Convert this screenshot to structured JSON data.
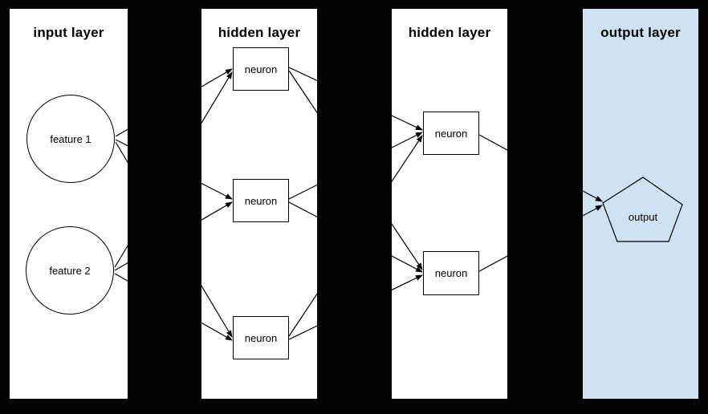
{
  "diagram": {
    "type": "neural-network-diagram",
    "colors": {
      "background": "#000000",
      "panel_fill": "#ffffff",
      "output_panel_fill": "#cfe2f3",
      "line": "#000000",
      "text": "#000000"
    },
    "layers": [
      {
        "title": "input layer"
      },
      {
        "title": "hidden layer"
      },
      {
        "title": "hidden layer"
      },
      {
        "title": "output layer"
      }
    ],
    "nodes": [
      {
        "id": "feature-1",
        "shape": "circle",
        "layer": "input layer",
        "label": "feature 1"
      },
      {
        "id": "feature-2",
        "shape": "circle",
        "layer": "input layer",
        "label": "feature 2"
      },
      {
        "id": "hidden1-neuron-1",
        "shape": "rect",
        "layer": "hidden layer 1",
        "label": "neuron"
      },
      {
        "id": "hidden1-neuron-2",
        "shape": "rect",
        "layer": "hidden layer 1",
        "label": "neuron"
      },
      {
        "id": "hidden1-neuron-3",
        "shape": "rect",
        "layer": "hidden layer 1",
        "label": "neuron"
      },
      {
        "id": "hidden2-neuron-1",
        "shape": "rect",
        "layer": "hidden layer 2",
        "label": "neuron"
      },
      {
        "id": "hidden2-neuron-2",
        "shape": "rect",
        "layer": "hidden layer 2",
        "label": "neuron"
      },
      {
        "id": "output",
        "shape": "pentagon",
        "layer": "output layer",
        "label": "output"
      }
    ],
    "connections": [
      {
        "from": "feature-1",
        "to": "hidden1-neuron-1"
      },
      {
        "from": "feature-1",
        "to": "hidden1-neuron-2"
      },
      {
        "from": "feature-1",
        "to": "hidden1-neuron-3"
      },
      {
        "from": "feature-2",
        "to": "hidden1-neuron-1"
      },
      {
        "from": "feature-2",
        "to": "hidden1-neuron-2"
      },
      {
        "from": "feature-2",
        "to": "hidden1-neuron-3"
      },
      {
        "from": "hidden1-neuron-1",
        "to": "hidden2-neuron-1"
      },
      {
        "from": "hidden1-neuron-1",
        "to": "hidden2-neuron-2"
      },
      {
        "from": "hidden1-neuron-2",
        "to": "hidden2-neuron-1"
      },
      {
        "from": "hidden1-neuron-2",
        "to": "hidden2-neuron-2"
      },
      {
        "from": "hidden1-neuron-3",
        "to": "hidden2-neuron-1"
      },
      {
        "from": "hidden1-neuron-3",
        "to": "hidden2-neuron-2"
      },
      {
        "from": "hidden2-neuron-1",
        "to": "output"
      },
      {
        "from": "hidden2-neuron-2",
        "to": "output"
      }
    ]
  }
}
